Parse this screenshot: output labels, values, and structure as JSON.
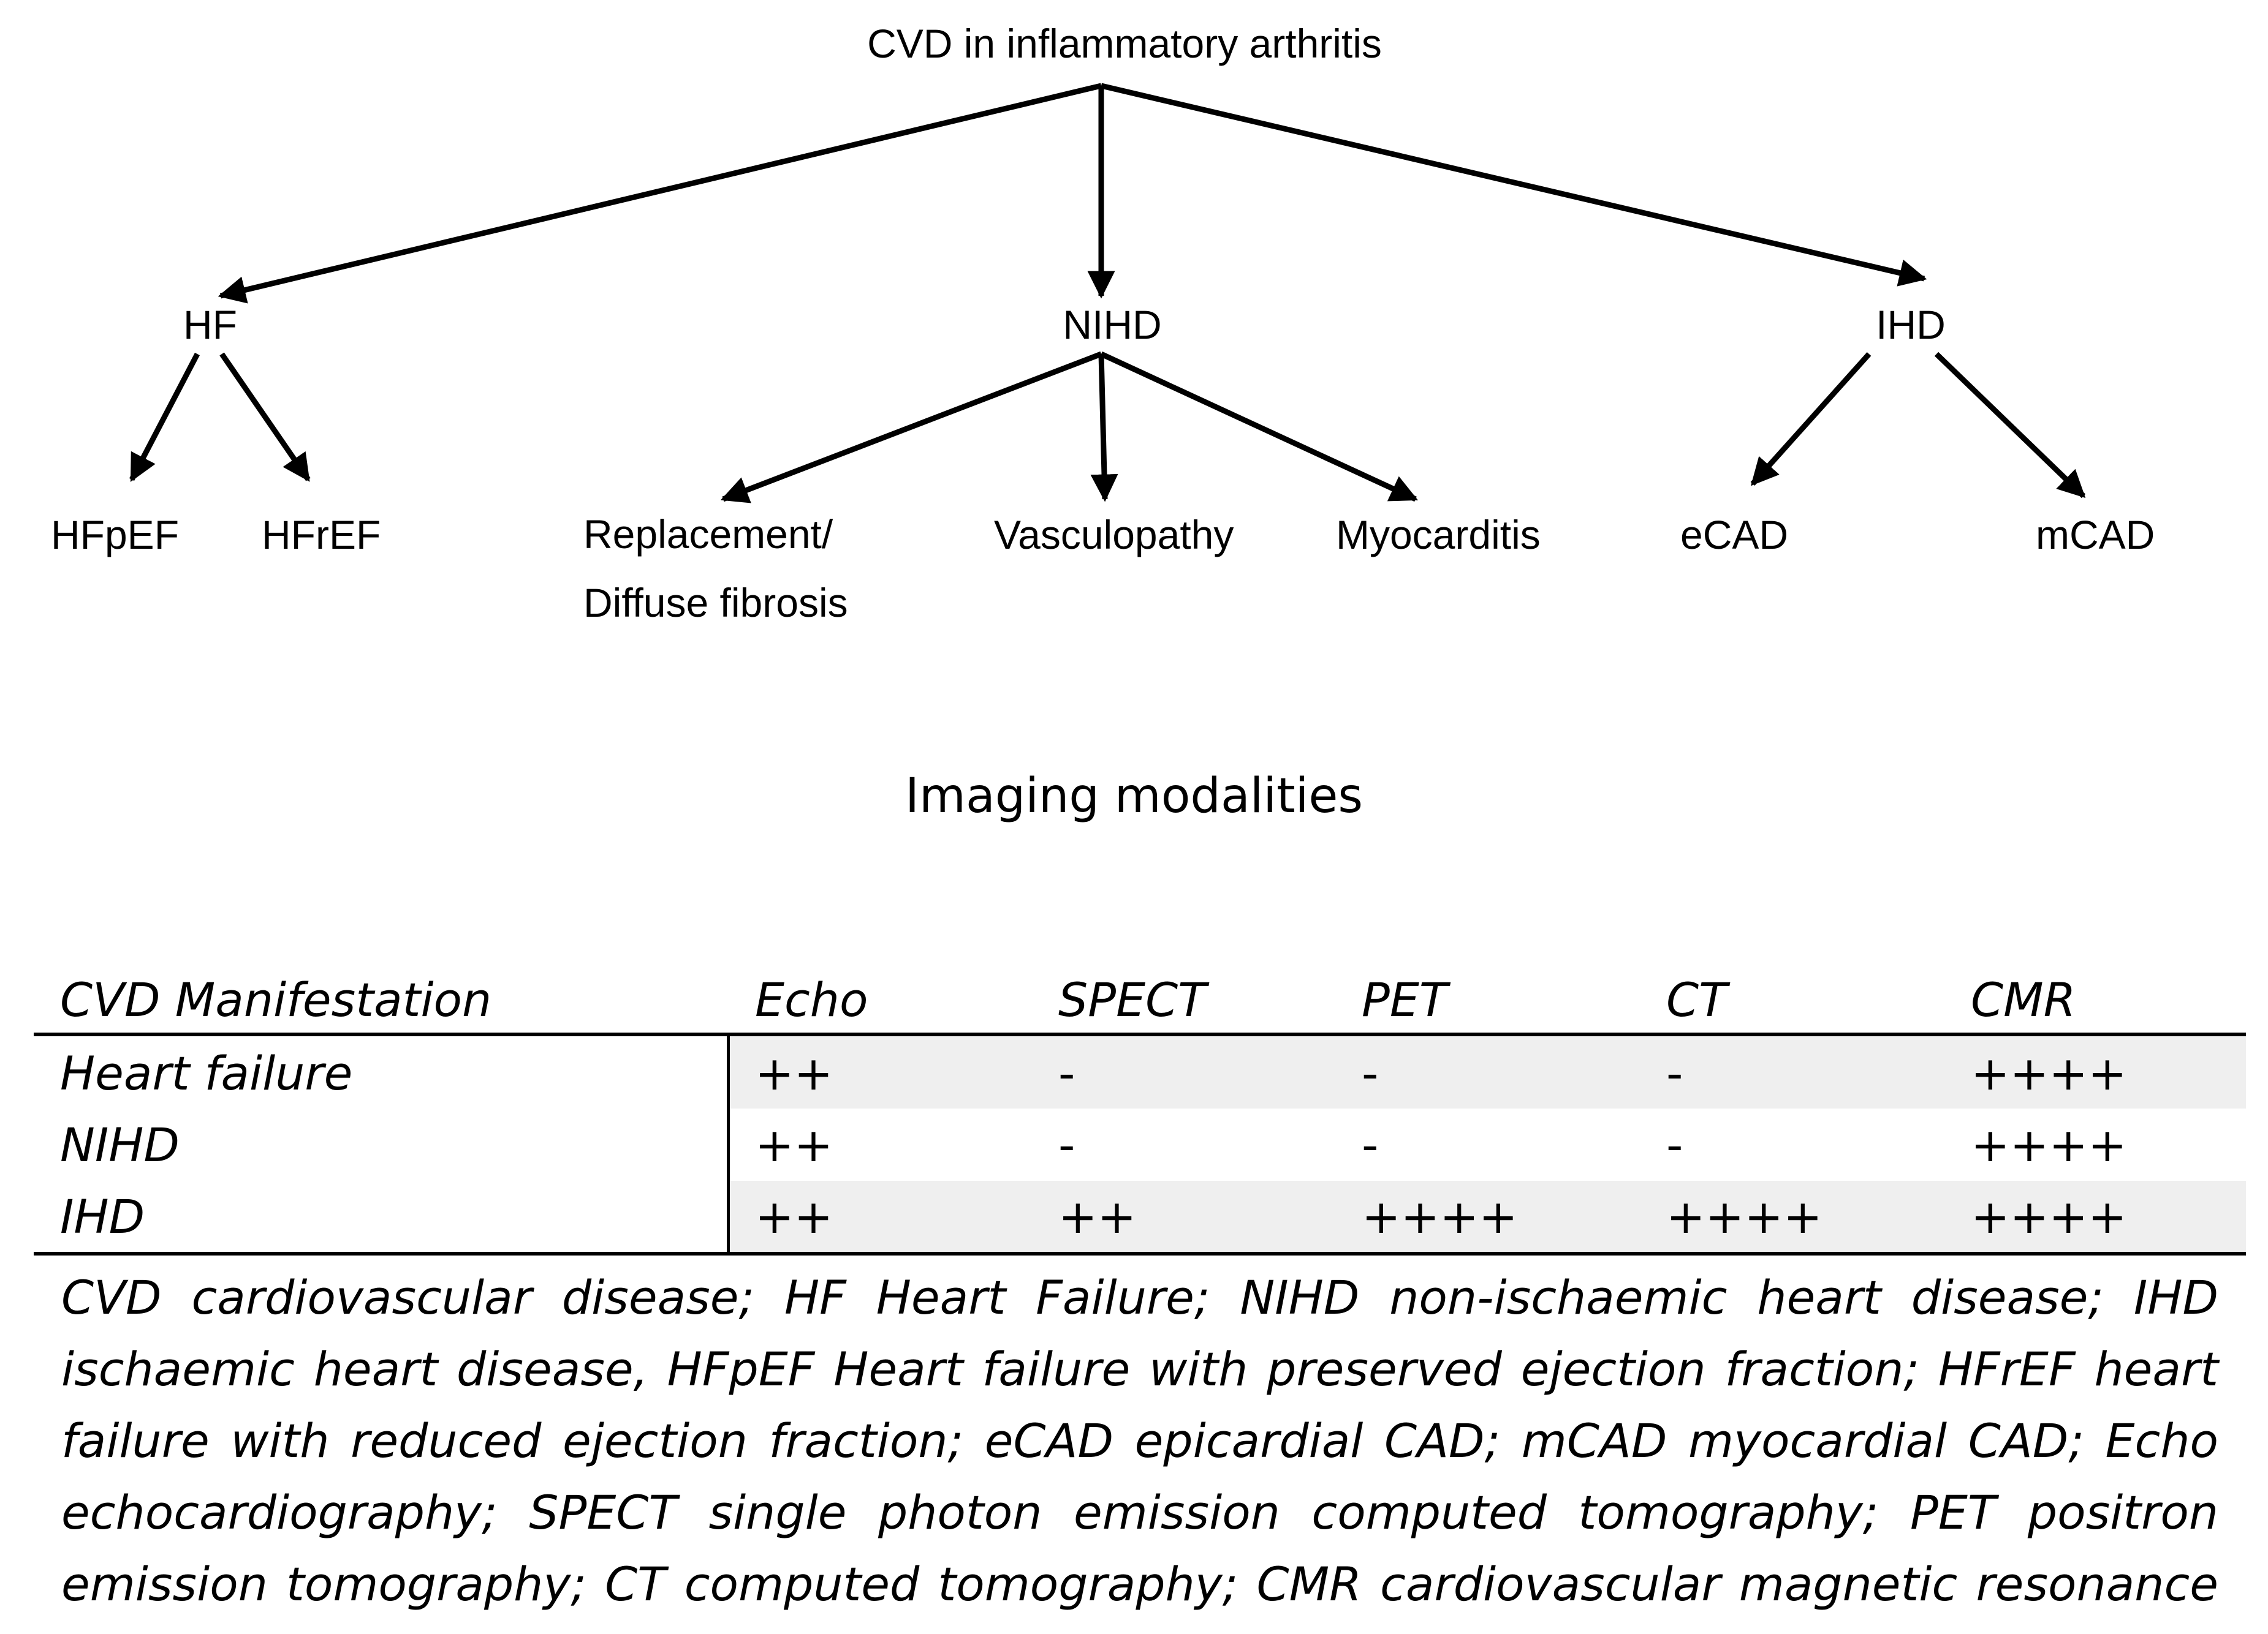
{
  "tree": {
    "root": "CVD in inflammatory arthritis",
    "branches": [
      {
        "label": "HF",
        "children": [
          "HFpEF",
          "HFrEF"
        ]
      },
      {
        "label": "NIHD",
        "children": [
          "Replacement/\nDiffuse fibrosis",
          "Vasculopathy",
          "Myocarditis"
        ]
      },
      {
        "label": "IHD",
        "children": [
          "eCAD",
          "mCAD"
        ]
      }
    ]
  },
  "heading": "Imaging modalities",
  "table": {
    "columns": [
      "CVD Manifestation",
      "Echo",
      "SPECT",
      "PET",
      "CT",
      "CMR"
    ],
    "rows": [
      {
        "label": "Heart failure",
        "cells": [
          "++",
          "-",
          "-",
          "-",
          "++++"
        ]
      },
      {
        "label": "NIHD",
        "cells": [
          "++",
          "-",
          "-",
          "-",
          "++++"
        ]
      },
      {
        "label": "IHD",
        "cells": [
          "++",
          "++",
          "++++",
          "++++",
          "++++"
        ]
      }
    ],
    "shaded_row_color": "#efefef"
  },
  "footnote": "CVD cardiovascular disease; HF Heart Failure; NIHD non-ischaemic heart disease; IHD ischaemic heart disease, HFpEF Heart failure with preserved ejection fraction; HFrEF heart failure with reduced ejection fraction; eCAD epicardial CAD; mCAD myocardial CAD; Echo echocardiography; SPECT single photon emission computed tomography; PET positron emission tomography; CT computed tomography; CMR cardiovascular magnetic resonance"
}
